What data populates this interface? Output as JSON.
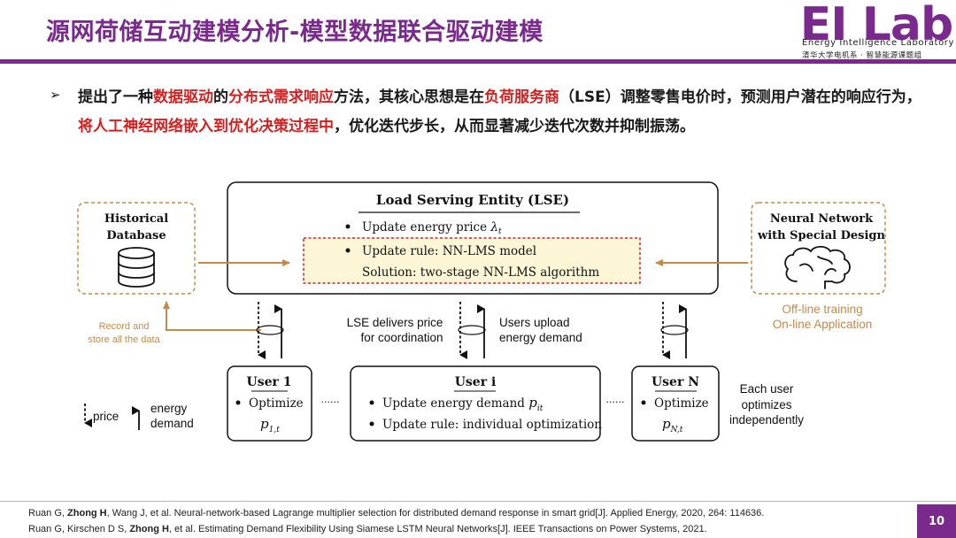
{
  "header": {
    "title": "源网荷储互动建模分析-模型数据联合驱动建模",
    "logo_text": "EI Lab",
    "logo_en": "Energy Intelligence Laboratory",
    "logo_cn": "清华大学电机系 · 智慧能源课题组"
  },
  "bullet": {
    "symbol": "➢",
    "parts": [
      {
        "text": "提出了一种",
        "red": false
      },
      {
        "text": "数据驱动",
        "red": true
      },
      {
        "text": "的",
        "red": false
      },
      {
        "text": "分布式需求响应",
        "red": true
      },
      {
        "text": "方法，其核心思想是在",
        "red": false
      },
      {
        "text": "负荷服务商",
        "red": true
      },
      {
        "text": "（LSE）调整零售电价时，预测用户潜在的响应行为，",
        "red": false
      },
      {
        "text": "将人工神经网络嵌入到优化决策过程中",
        "red": true
      },
      {
        "text": "，优化迭代步长，从而显著减少迭代次数并抑制振荡。",
        "red": false
      }
    ]
  },
  "diagram": {
    "lse": {
      "title": "Load Serving Entity (LSE)",
      "line1": "Update energy price",
      "line1_symbol": "λ",
      "line1_sub": "t",
      "line2": "Update rule: NN-LMS model",
      "line3": "Solution: two-stage NN-LMS algorithm"
    },
    "historical": {
      "line1": "Historical",
      "line2": "Database"
    },
    "neural": {
      "line1": "Neural Network",
      "line2": "with Special Design"
    },
    "record": {
      "line1": "Record and",
      "line2": "store all the data"
    },
    "offline": {
      "line1": "Off-line training",
      "line2": "On-line Application"
    },
    "lse_delivers": {
      "line1": "LSE delivers price",
      "line2": "for coordination"
    },
    "users_upload": {
      "line1": "Users upload",
      "line2": "energy demand"
    },
    "user1": {
      "title": "User 1",
      "line1": "Optimize",
      "var": "p",
      "sub": "1,t"
    },
    "useri": {
      "title": "User i",
      "line1": "Update energy demand",
      "var": "p",
      "sub": "it",
      "line2": "Update rule: individual optimization"
    },
    "userN": {
      "title": "User N",
      "line1": "Optimize",
      "var": "p",
      "sub": "N,t"
    },
    "each_user": {
      "line1": "Each user",
      "line2": "optimizes",
      "line3": "independently"
    },
    "legend": {
      "price": "price",
      "energy1": "energy",
      "energy2": "demand"
    },
    "dots": "······",
    "colors": {
      "purple": "#7a2a8c",
      "red": "#d62020",
      "orange": "#c58a4a",
      "highlight": "#fcf6d6"
    }
  },
  "footer": {
    "ref1_pre": "Ruan G, ",
    "ref1_bold": "Zhong H",
    "ref1_post": ", Wang J, et al. Neural-network-based Lagrange multiplier selection for distributed demand response in smart grid[J]. Applied Energy, 2020, 264: 114636.",
    "ref2_pre": "Ruan G, Kirschen D S, ",
    "ref2_bold": "Zhong H",
    "ref2_post": ", et al. Estimating Demand Flexibility Using Siamese LSTM Neural Networks[J]. IEEE Transactions on Power Systems, 2021.",
    "page": "10"
  }
}
